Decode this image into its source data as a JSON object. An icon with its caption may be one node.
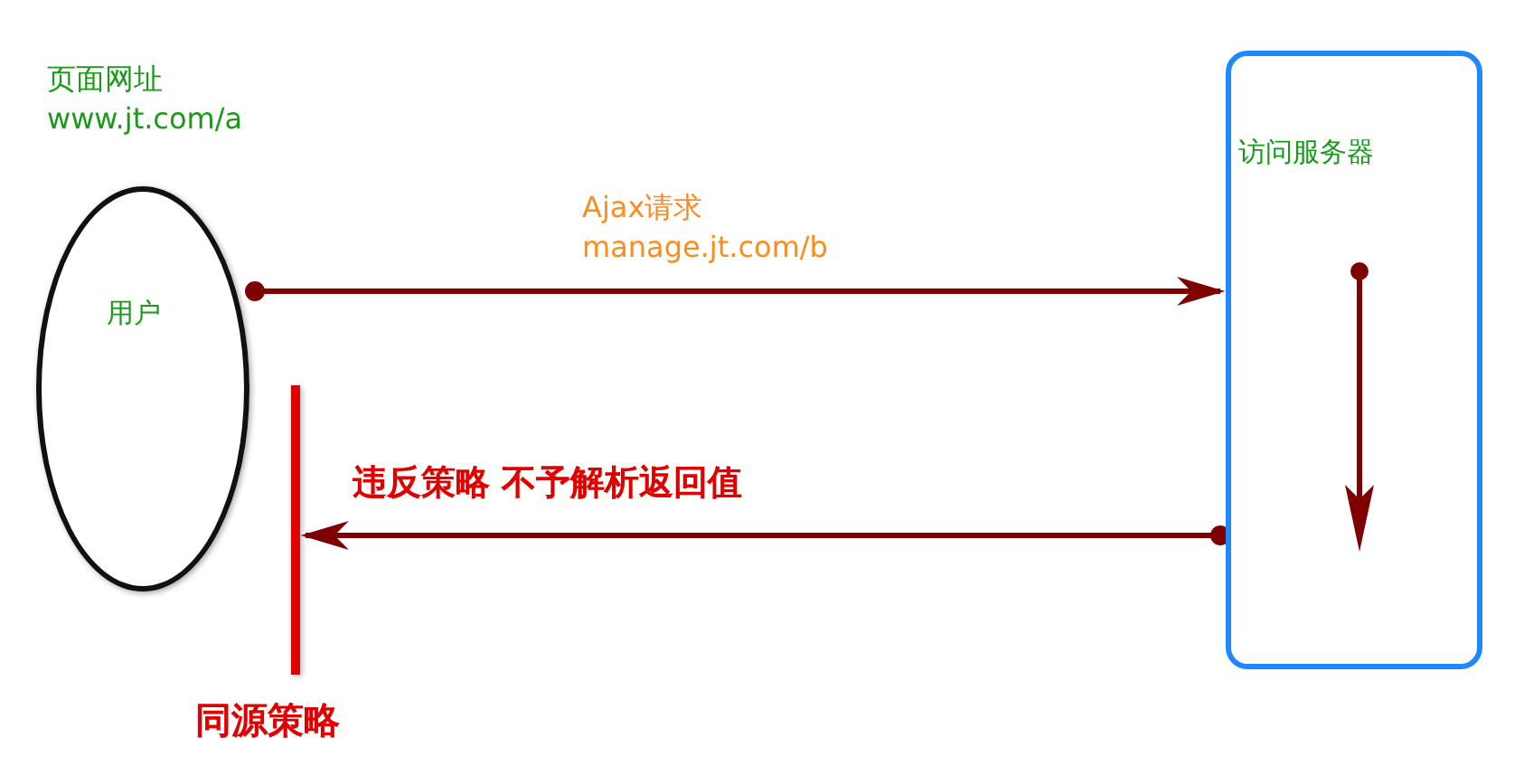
{
  "diagram": {
    "nodes": [
      {
        "text": [
          "用户"
        ]
      },
      {
        "text": [
          "访问服务器"
        ]
      },
      {
        "text": [],
        "shape": "bar",
        "beside": [
          "同源策略"
        ]
      }
    ],
    "edges": [
      {
        "from": 0,
        "to": 1,
        "arrow": "to",
        "label": "Ajax请求 manage.jt.com/b",
        "color": "#7f0000"
      },
      {
        "from": 1,
        "to": 2,
        "arrow": "to",
        "label": "违反策略 不予解析返回值",
        "color": "#7f0000"
      }
    ],
    "labels": [
      "页面网址",
      "www.jt.com/a"
    ]
  }
}
